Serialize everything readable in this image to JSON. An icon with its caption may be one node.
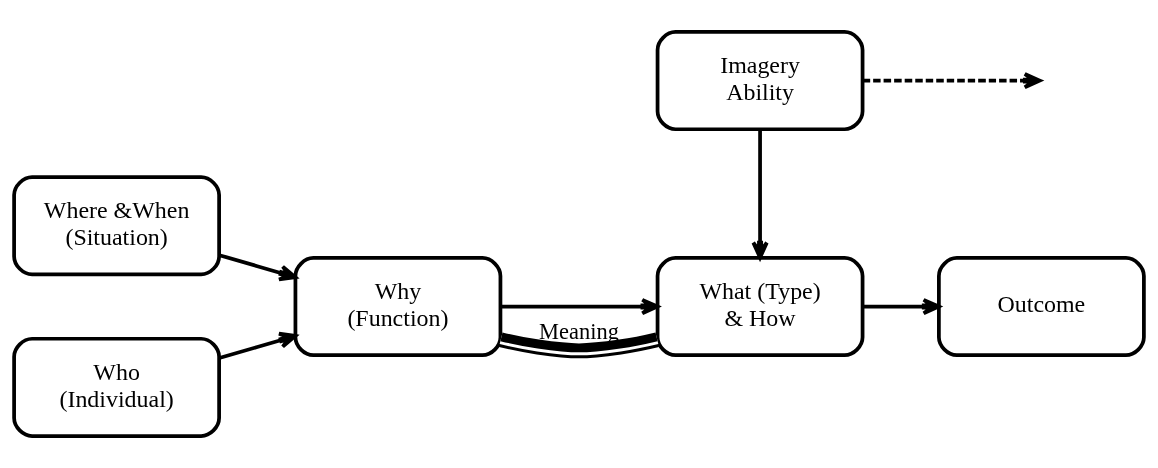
{
  "diagram": {
    "nodes": [
      {
        "text": [
          "Where &When (Situation)"
        ]
      },
      {
        "text": [
          "Who (Individual)"
        ]
      },
      {
        "text": [
          "Why (Function)"
        ]
      },
      {
        "text": [
          "What (Type) & How"
        ]
      },
      {
        "text": [
          "Outcome"
        ]
      },
      {
        "text": [
          "Imagery Ability"
        ]
      }
    ],
    "edges": [
      {
        "from": 0,
        "to": 2,
        "arrow": "to"
      },
      {
        "from": 1,
        "to": 2,
        "arrow": "to"
      },
      {
        "from": 2,
        "to": 3,
        "arrow": "to"
      },
      {
        "from": 2,
        "to": 3,
        "arrow": "none",
        "label": "Meaning",
        "style": "thick"
      },
      {
        "from": 3,
        "to": 4,
        "arrow": "to"
      },
      {
        "from": 5,
        "to": 3,
        "arrow": "to"
      },
      {
        "from": 5,
        "to": null,
        "arrow": "to",
        "style": "dashed"
      }
    ]
  }
}
